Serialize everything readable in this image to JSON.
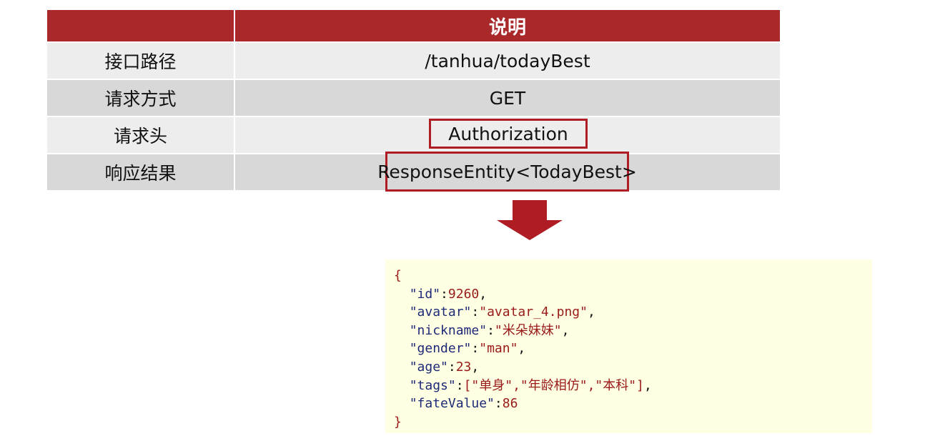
{
  "table": {
    "header": {
      "key": "",
      "value": "说明"
    },
    "rows": [
      {
        "key": "接口路径",
        "value": "/tanhua/todayBest"
      },
      {
        "key": "请求方式",
        "value": "GET"
      },
      {
        "key": "请求头",
        "value": "Authorization"
      },
      {
        "key": "响应结果",
        "value": "ResponseEntity<TodayBest>"
      }
    ]
  },
  "json": {
    "open": "{",
    "close": "}",
    "lines": [
      {
        "key": "\"id\"",
        "value": "9260",
        "suffix": ","
      },
      {
        "key": "\"avatar\"",
        "value": "\"avatar_4.png\"",
        "suffix": ","
      },
      {
        "key": "\"nickname\"",
        "value": "\"米朵妹妹\"",
        "suffix": ","
      },
      {
        "key": "\"gender\"",
        "value": "\"man\"",
        "suffix": ","
      },
      {
        "key": "\"age\"",
        "value": "23",
        "suffix": ","
      },
      {
        "key": "\"tags\"",
        "value": "[\"单身\",\"年龄相仿\",\"本科\"]",
        "suffix": ","
      },
      {
        "key": "\"fateValue\"",
        "value": "86",
        "suffix": ""
      }
    ]
  },
  "colors": {
    "header_bg": "#a9292a",
    "highlight_border": "#b01c24",
    "arrow": "#b01c24",
    "json_bg": "#ffffe3"
  },
  "icons": {
    "arrow": "down-arrow-icon"
  }
}
